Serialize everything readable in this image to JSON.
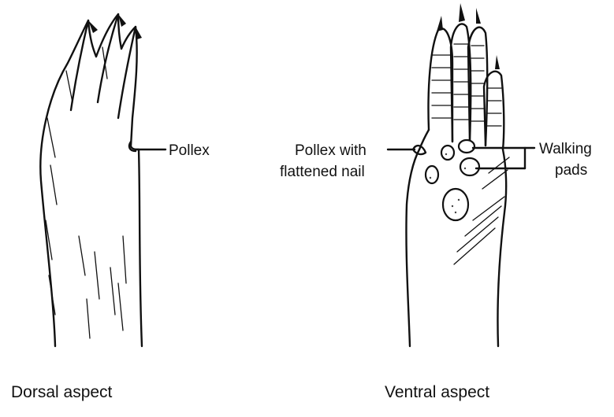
{
  "dorsal": {
    "caption": "Dorsal aspect",
    "pollex_label": "Pollex"
  },
  "ventral": {
    "caption": "Ventral aspect",
    "pollex_label_line1": "Pollex with",
    "pollex_label_line2": "flattened nail",
    "walking_pads_line1": "Walking",
    "walking_pads_line2": "pads"
  },
  "colors": {
    "ink": "#111111",
    "background": "#ffffff"
  }
}
